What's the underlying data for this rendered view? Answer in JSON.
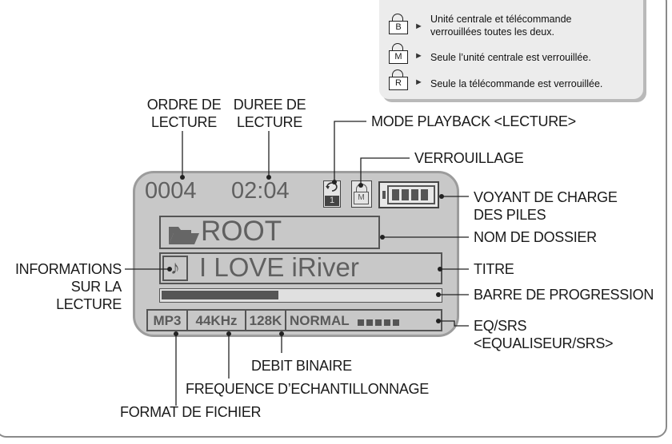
{
  "legend": [
    {
      "icon": "B",
      "text": "Unité centrale et télécommande verrouillées toutes les deux.",
      "line1": "Unité centrale et télécommande",
      "line2": "verrouillées toutes les deux."
    },
    {
      "icon": "M",
      "text": "Seule l’unité centrale est verrouillée."
    },
    {
      "icon": "R",
      "text": "Seule la télécommande est verrouillée."
    }
  ],
  "display": {
    "track_number": "0004",
    "time": "02:04",
    "repeat_number": "1",
    "lock_letter": "M",
    "folder": "ROOT",
    "title": "I LOVE iRiver",
    "progress": 0.42,
    "format": "MP3",
    "frequency": "44KHz",
    "bitrate": "128K",
    "eq": "NORMAL"
  },
  "labels": {
    "play_order_1": "ORDRE DE",
    "play_order_2": "LECTURE",
    "duration_1": "DUREE DE",
    "duration_2": "LECTURE",
    "playback_mode": "MODE PLAYBACK <LECTURE>",
    "lock": "VERROUILLAGE",
    "battery_1": "VOYANT DE CHARGE",
    "battery_2": "DES PILES",
    "folder_name": "NOM DE DOSSIER",
    "title": "TITRE",
    "progress_bar": "BARRE DE PROGRESSION",
    "eq_1": "EQ/SRS",
    "eq_2": "<EQUALISEUR/SRS>",
    "info_1": "INFORMATIONS",
    "info_2": "SUR LA",
    "info_3": "LECTURE",
    "bitrate": "DEBIT BINAIRE",
    "frequency": "FREQUENCE D’ECHANTILLONNAGE",
    "file_format": "FORMAT DE FICHIER"
  }
}
